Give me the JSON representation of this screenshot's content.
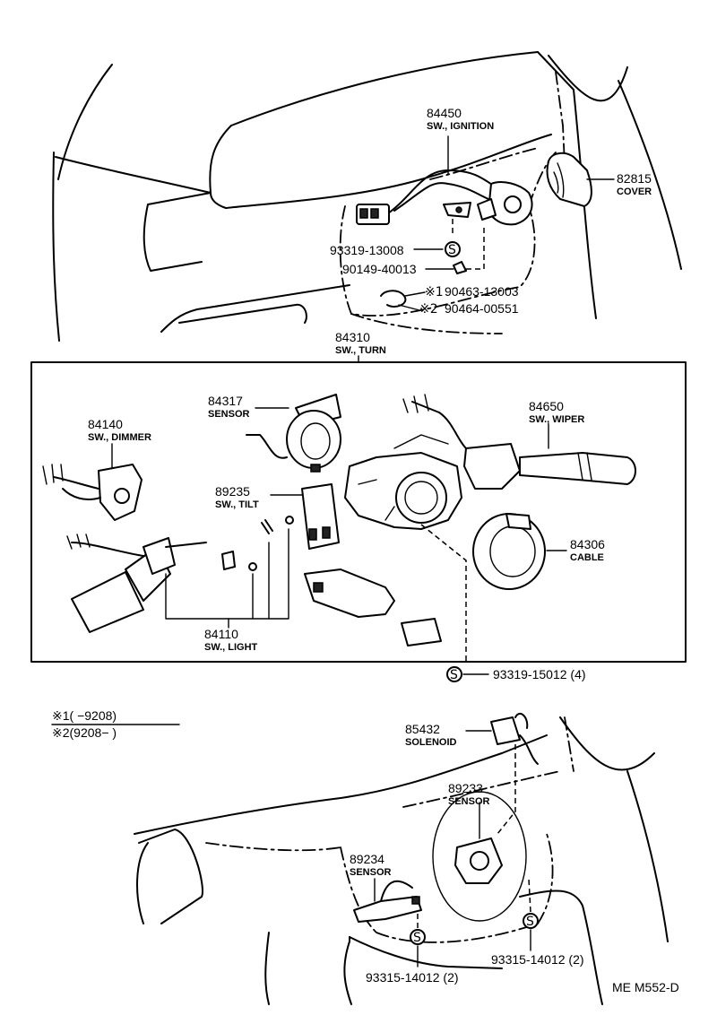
{
  "parts": {
    "ignition": {
      "number": "84450",
      "name": "SW., IGNITION"
    },
    "cover": {
      "number": "82815",
      "name": "COVER"
    },
    "screw_ignition": {
      "number": "93319-13008"
    },
    "bolt_ignition": {
      "number": "90149-40013"
    },
    "clamp_1": {
      "mark": "※1",
      "number": "90463-13003"
    },
    "clamp_2": {
      "mark": "※2",
      "number": "90464-00551"
    },
    "turn": {
      "number": "84310",
      "name": "SW., TURN"
    },
    "sensor_84317": {
      "number": "84317",
      "name": "SENSOR"
    },
    "dimmer": {
      "number": "84140",
      "name": "SW., DIMMER"
    },
    "wiper": {
      "number": "84650",
      "name": "SW., WIPER"
    },
    "tilt": {
      "number": "89235",
      "name": "SW., TILT"
    },
    "cable": {
      "number": "84306",
      "name": "CABLE"
    },
    "light": {
      "number": "84110",
      "name": "SW., LIGHT"
    },
    "screw_turn": {
      "number": "93319-15012 (4)"
    },
    "solenoid": {
      "number": "85432",
      "name": "SOLENOID"
    },
    "sensor_89233": {
      "number": "89233",
      "name": "SENSOR"
    },
    "sensor_89234": {
      "number": "89234",
      "name": "SENSOR"
    },
    "screw_lower_left": {
      "number": "93315-14012 (2)"
    },
    "screw_lower_right": {
      "number": "93315-14012 (2)"
    }
  },
  "legend": {
    "line1": "※1(      −9208)",
    "line2": "※2(9208−       )"
  },
  "screw_symbol": "S",
  "diagram_code": "ME M552-D"
}
